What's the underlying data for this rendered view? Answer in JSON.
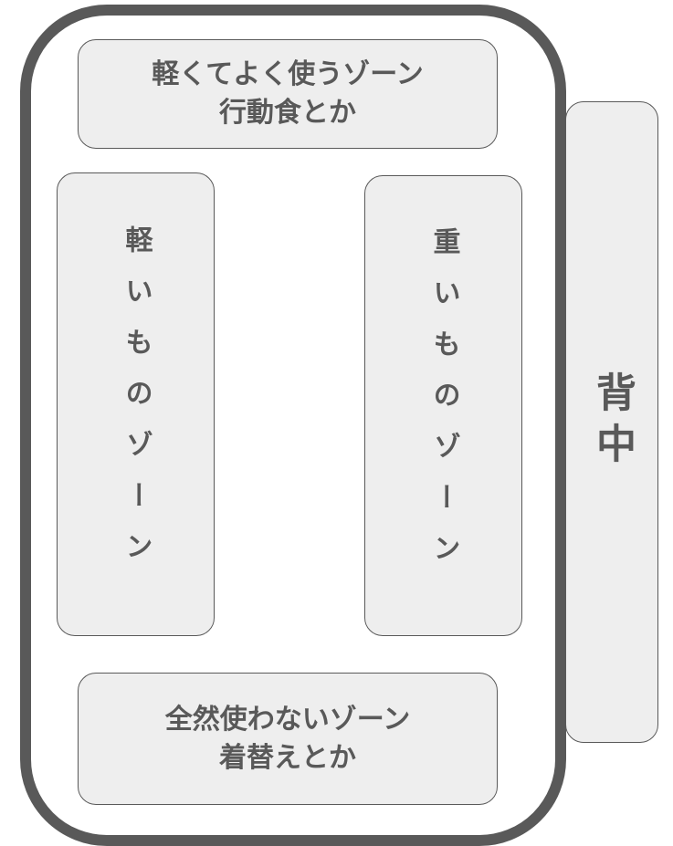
{
  "zones": {
    "top": {
      "line1": "軽くてよく使うゾーン",
      "line2": "行動食とか"
    },
    "left": {
      "label": "軽いものゾーン"
    },
    "right": {
      "label": "重いものゾーン"
    },
    "bottom": {
      "line1": "全然使わないゾーン",
      "line2": "着替えとか"
    },
    "back": {
      "label": "背中"
    }
  },
  "colors": {
    "stroke": "#595959",
    "fill": "#eeeeee"
  }
}
